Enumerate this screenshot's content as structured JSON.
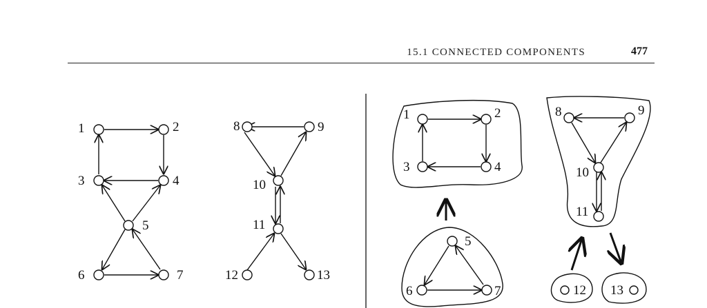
{
  "header": {
    "running_head": "15.1 CONNECTED COMPONENTS",
    "page_number": "477"
  },
  "left_figure": {
    "node_labels": [
      "1",
      "2",
      "3",
      "4",
      "5",
      "6",
      "7",
      "8",
      "9",
      "10",
      "11",
      "12",
      "13"
    ]
  },
  "right_figure": {
    "component_labels": [
      "1",
      "2",
      "3",
      "4",
      "5",
      "6",
      "7",
      "8",
      "9",
      "10",
      "11",
      "12",
      "13"
    ]
  }
}
